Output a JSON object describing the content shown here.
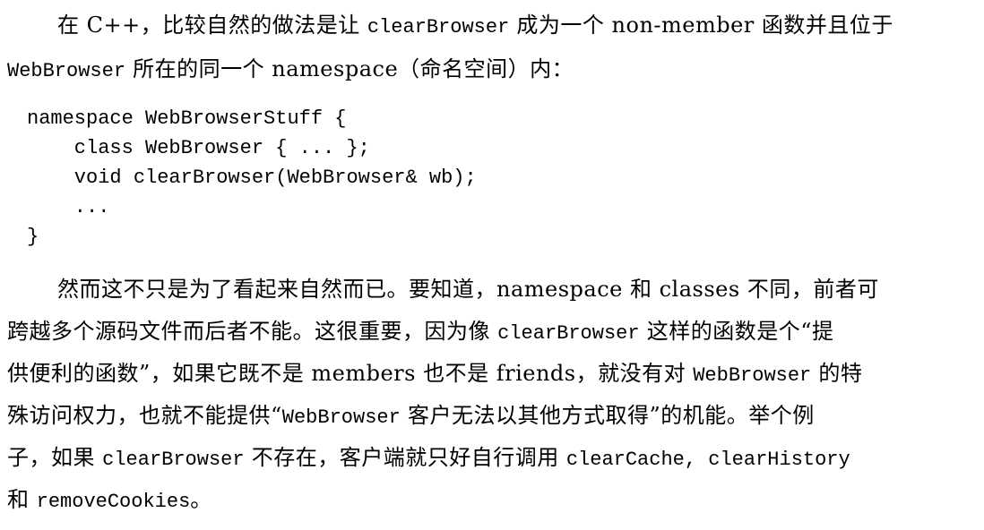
{
  "paragraph1": {
    "line1": {
      "a": "在 C++，比较自然的做法是让 ",
      "code1": "clearBrowser",
      "b": " 成为一个 non-member 函数并且位于"
    },
    "line2": {
      "code1": "WebBrowser",
      "a": " 所在的同一个 namespace（命名空间）内："
    }
  },
  "code_block": {
    "lines": [
      "namespace WebBrowserStuff {",
      "    class WebBrowser { ... };",
      "    void clearBrowser(WebBrowser& wb);",
      "    ...",
      "}"
    ]
  },
  "paragraph2": {
    "line1": {
      "a": "然而这不只是为了看起来自然而已。要知道，namespace 和 classes 不同，前者可"
    },
    "line2": {
      "a": "跨越多个源码文件而后者不能。这很重要，因为像 ",
      "code1": "clearBrowser",
      "b": " 这样的函数是个“提"
    },
    "line3": {
      "a": "供便利的函数”，如果它既不是 members 也不是 friends，就没有对 ",
      "code1": "WebBrowser",
      "b": " 的特"
    },
    "line4": {
      "a": "殊访问权力，也就不能提供“",
      "code1": "WebBrowser",
      "b": " 客户无法以其他方式取得”的机能。举个例"
    },
    "line5": {
      "a": "子，如果 ",
      "code1": "clearBrowser",
      "b": " 不存在，客户端就只好自行调用 ",
      "code2": "clearCache",
      "c": ", ",
      "code3": "clearHistory"
    },
    "line6": {
      "a": "和 ",
      "code1": "removeCookies",
      "b": "。"
    }
  }
}
